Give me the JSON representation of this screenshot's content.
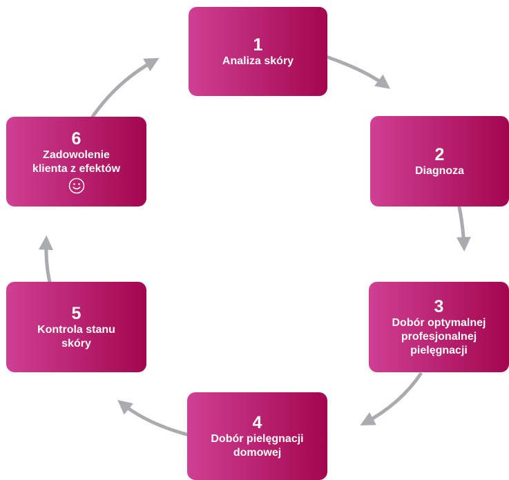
{
  "colors": {
    "box_gradient_start": "#cf3f93",
    "box_gradient_end": "#a3064f",
    "arrow": "#a9abae",
    "text": "#ffffff"
  },
  "steps": [
    {
      "number": "1",
      "label": "Analiza skóry"
    },
    {
      "number": "2",
      "label": "Diagnoza"
    },
    {
      "number": "3",
      "label": "Dobór optymalnej\nprofesjonalnej\npielęgnacji"
    },
    {
      "number": "4",
      "label": "Dobór pielęgnacji\ndomowej"
    },
    {
      "number": "5",
      "label": "Kontrola stanu\nskóry"
    },
    {
      "number": "6",
      "label": "Zadowolenie\nklienta z efektów",
      "icon": "smiley-icon"
    }
  ]
}
